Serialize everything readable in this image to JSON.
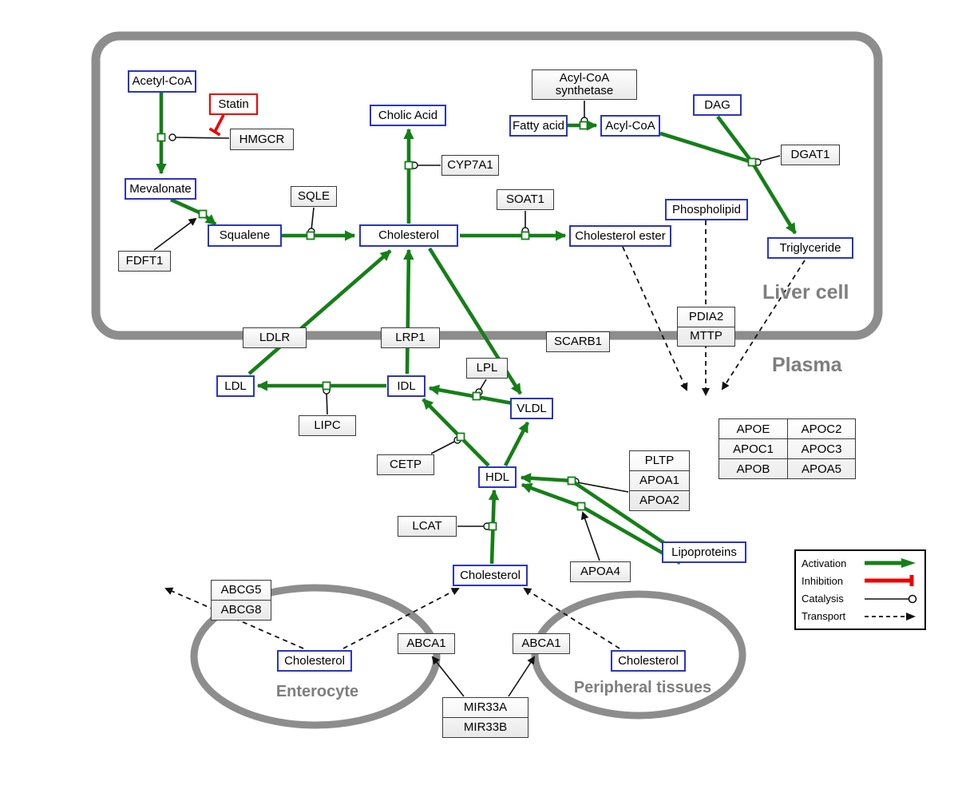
{
  "regions": {
    "liver": "Liver cell",
    "plasma": "Plasma",
    "enterocyte": "Enterocyte",
    "peripheral": "Peripheral tissues"
  },
  "legend": {
    "activation": "Activation",
    "inhibition": "Inhibition",
    "catalysis": "Catalysis",
    "transport": "Transport"
  },
  "colors": {
    "activation_green": "#157f17",
    "inhibition_red": "#ee0000",
    "metabolite_blue": "#2a35c2",
    "cell_gray": "#8d8d8d"
  },
  "nodes": {
    "acetyl_coa": "Acetyl-CoA",
    "statin": "Statin",
    "hmgcr": "HMGCR",
    "mevalonate": "Mevalonate",
    "fdft1": "FDFT1",
    "squalene": "Squalene",
    "sqle": "SQLE",
    "cholesterol_liver": "Cholesterol",
    "cholic_acid": "Cholic Acid",
    "cyp7a1": "CYP7A1",
    "soat1": "SOAT1",
    "cholesterol_ester": "Cholesterol ester",
    "acyl_coa_synthetase": [
      "Acyl-CoA",
      "synthetase"
    ],
    "fatty_acid": "Fatty acid",
    "acyl_coa": "Acyl-CoA",
    "dag": "DAG",
    "dgat1": "DGAT1",
    "phospholipid": "Phospholipid",
    "triglyceride": "Triglyceride",
    "pdia2_mttp": [
      "PDIA2",
      "MTTP"
    ],
    "ldlr": "LDLR",
    "lrp1": "LRP1",
    "scarb1": "SCARB1",
    "ldl": "LDL",
    "lipc": "LIPC",
    "idl": "IDL",
    "lpl": "LPL",
    "vldl": "VLDL",
    "cetp": "CETP",
    "hdl": "HDL",
    "lcat": "LCAT",
    "pltp_stack": [
      "PLTP",
      "APOA1",
      "APOA2"
    ],
    "apoa4": "APOA4",
    "lipoproteins": "Lipoproteins",
    "apo_table": [
      [
        "APOE",
        "APOC2"
      ],
      [
        "APOC1",
        "APOC3"
      ],
      [
        "APOB",
        "APOA5"
      ]
    ],
    "cholesterol_plasma": "Cholesterol",
    "abcg": [
      "ABCG5",
      "ABCG8"
    ],
    "cholesterol_enterocyte": "Cholesterol",
    "abca1_left": "ABCA1",
    "abca1_right": "ABCA1",
    "cholesterol_peripheral": "Cholesterol",
    "mir33": [
      "MIR33A",
      "MIR33B"
    ]
  }
}
